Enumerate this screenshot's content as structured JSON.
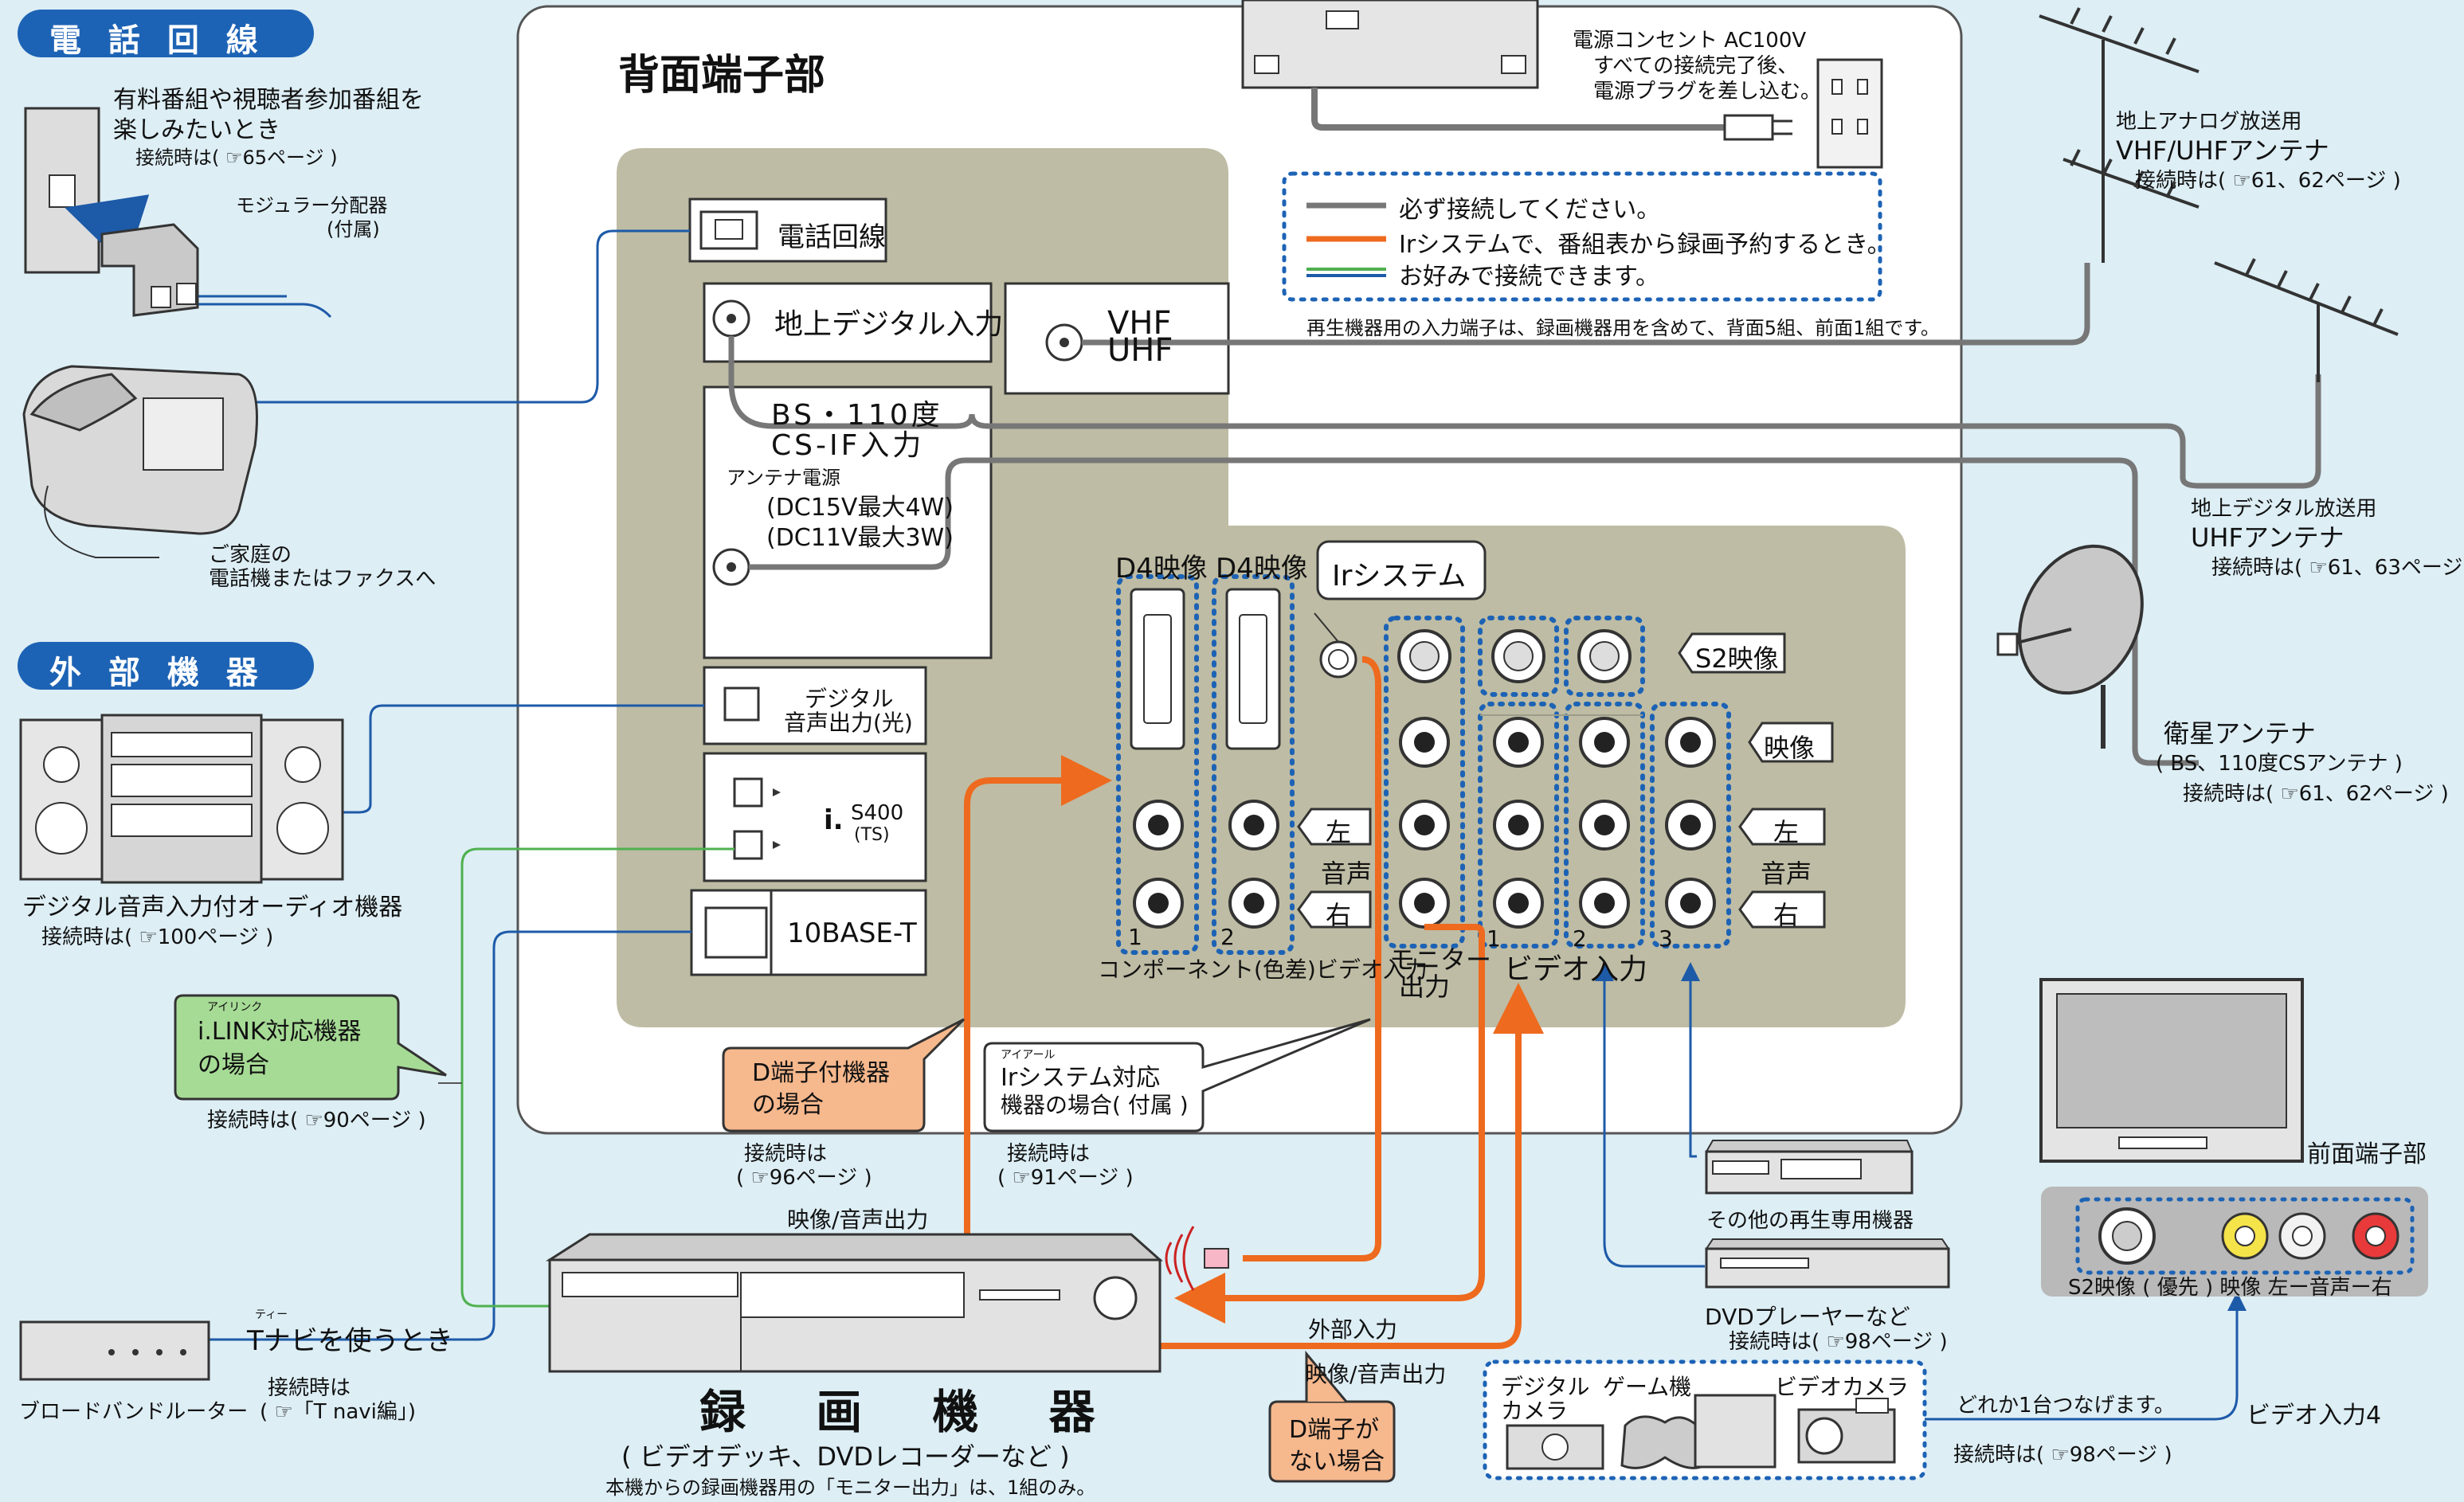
{
  "sections": {
    "phone_line": "電 話 回 線",
    "external": "外 部 機 器"
  },
  "rear_panel": {
    "title": "背面端子部",
    "phone": "電話回線",
    "digital_in": "地上デジタル入力",
    "vhf": "VHF",
    "uhf": "UHF",
    "bs_line1": "BS・110度",
    "bs_line2": "CS-IF入力",
    "antenna_power": "アンテナ電源",
    "dc15": "(DC15V最大4W)",
    "dc11": "(DC11V最大3W)",
    "optical_line1": "デジタル",
    "optical_line2": "音声出力(光)",
    "s400": "S400",
    "ts": "(TS)",
    "ethernet": "10BASE-T",
    "d4_1": "D4映像",
    "d4_2": "D4映像",
    "ir_system": "Irシステム",
    "s2_video": "S2映像",
    "video": "映像",
    "left": "左",
    "right": "右",
    "audio": "音声",
    "num1": "1",
    "num2": "2",
    "num_v1": "1",
    "num_v2": "2",
    "num_v3": "3",
    "component_in": "コンポーネント(色差)ビデオ入力",
    "monitor_out_1": "モニター",
    "monitor_out_2": "出力",
    "video_in": "ビデオ入力"
  },
  "power": {
    "line1": "電源コンセント AC100V",
    "line2": "すべての接続完了後、",
    "line3": "電源プラグを差し込む。"
  },
  "legend": {
    "gray": "必ず接続してください。",
    "orange": "Irシステムで、番組表から録画予約するとき。",
    "green": "お好みで接続できます。",
    "colors": {
      "gray": "#777777",
      "orange": "#ee6a1e",
      "green": "#4fb14f"
    },
    "note": "再生機器用の入力端子は、録画機器用を含めて、背面5組、前面1組です。"
  },
  "phone_side": {
    "paid_line1": "有料番組や視聴者参加番組を",
    "paid_line2": "楽しみたいとき",
    "paid_ref": "接続時は( ☞65ページ )",
    "splitter_line1": "モジュラー分配器",
    "splitter_line2": "(付属)",
    "home_line1": "ご家庭の",
    "home_line2": "電話機またはファクスへ"
  },
  "external_side": {
    "audio_device": "デジタル音声入力付オーディオ機器",
    "audio_ref": "接続時は( ☞100ページ )",
    "ilink_ruby": "アイリンク",
    "ilink_line1": "i.LINK対応機器",
    "ilink_line2": "の場合",
    "ilink_ref": "接続時は( ☞90ページ )",
    "router": "ブロードバンドルーター",
    "tnavi_ruby": "ティー",
    "tnavi": "Tナビを使うとき",
    "tnavi_ref1": "接続時は",
    "tnavi_ref2": "( ☞「T navi編」)"
  },
  "antennas": {
    "analog_line1": "地上アナログ放送用",
    "analog_line2": "VHF/UHFアンテナ",
    "analog_ref": "接続時は( ☞61、62ページ )",
    "digital_line1": "地上デジタル放送用",
    "digital_line2": "UHFアンテナ",
    "digital_ref": "接続時は( ☞61、63ページ )",
    "sat_line1": "衛星アンテナ",
    "sat_line2": "( BS、110度CSアンテナ )",
    "sat_ref": "接続時は( ☞61、62ページ )"
  },
  "callouts": {
    "d_terminal_line1": "D端子付機器",
    "d_terminal_line2": "の場合",
    "d_terminal_ref1": "接続時は",
    "d_terminal_ref2": "( ☞96ページ )",
    "ir_ruby": "アイアール",
    "ir_line1": "Irシステム対応",
    "ir_line2": "機器の場合( 付属 )",
    "ir_ref1": "接続時は",
    "ir_ref2": "( ☞91ページ )",
    "no_d_line1": "D端子が",
    "no_d_line2": "ない場合"
  },
  "recorder": {
    "av_out_top": "映像/音声出力",
    "ext_in": "外部入力",
    "av_out_bottom": "映像/音声出力",
    "title": "録 画 機 器",
    "subtitle": "( ビデオデッキ、DVDレコーダーなど )",
    "note": "本機からの録画機器用の「モニター出力」は、1組のみ。"
  },
  "playback": {
    "other": "その他の再生専用機器",
    "dvd": "DVDプレーヤーなど",
    "dvd_ref": "接続時は( ☞98ページ )",
    "digital_camera_line1": "デジタル",
    "digital_camera_line2": "カメラ",
    "game": "ゲーム機",
    "video_camera": "ビデオカメラ",
    "one_of": "どれか1台つなげます。",
    "one_ref": "接続時は( ☞98ページ )"
  },
  "front": {
    "title": "前面端子部",
    "labels": "S2映像 ( 優先 ) 映像   左ー音声ー右",
    "video_in4": "ビデオ入力4"
  }
}
